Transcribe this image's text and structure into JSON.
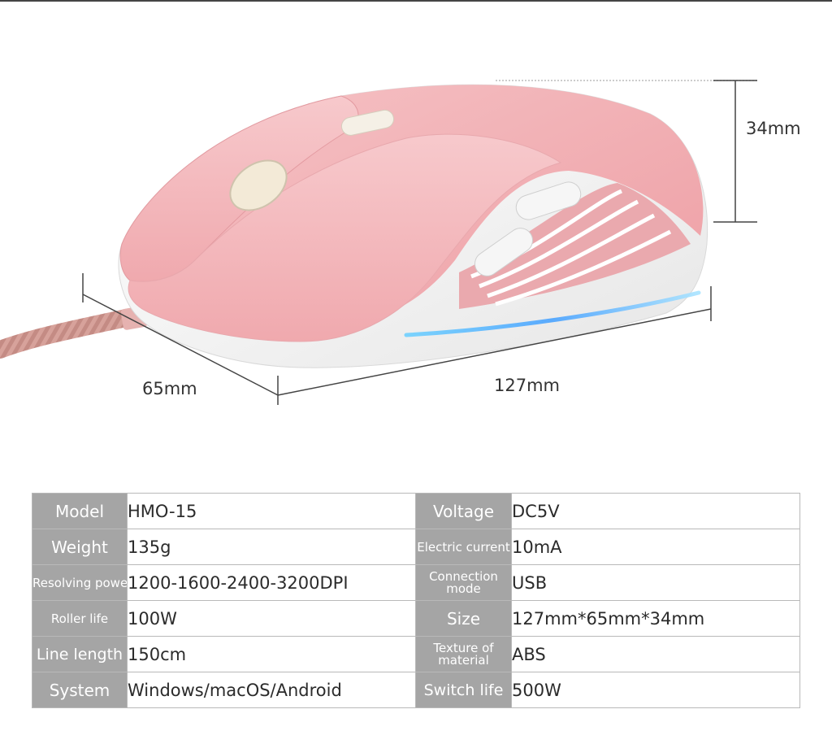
{
  "dimensions": {
    "height": "34mm",
    "width": "65mm",
    "length": "127mm"
  },
  "specs": {
    "rows": [
      [
        {
          "label": "Model",
          "value": "HMO-15"
        },
        {
          "label": "Voltage",
          "value": "DC5V"
        }
      ],
      [
        {
          "label": "Weight",
          "value": "135g"
        },
        {
          "label": "Electric current",
          "value": "10mA"
        }
      ],
      [
        {
          "label": "Resolving powe",
          "value": "1200-1600-2400-3200DPI"
        },
        {
          "label": "Connection mode",
          "value": "USB"
        }
      ],
      [
        {
          "label": "Roller life",
          "value": "100W"
        },
        {
          "label": "Size",
          "value": "127mm*65mm*34mm"
        }
      ],
      [
        {
          "label": "Line length",
          "value": "150cm"
        },
        {
          "label": "Texture of material",
          "value": "ABS"
        }
      ],
      [
        {
          "label": "System",
          "value": "Windows/macOS/Android"
        },
        {
          "label": "Switch life",
          "value": "500W"
        }
      ]
    ]
  },
  "colors": {
    "shell_pink": "#f2b3b8",
    "body_white": "#f4f4f4",
    "led_blue": "#5ab8ff",
    "label_gray": "#a5a5a5"
  }
}
